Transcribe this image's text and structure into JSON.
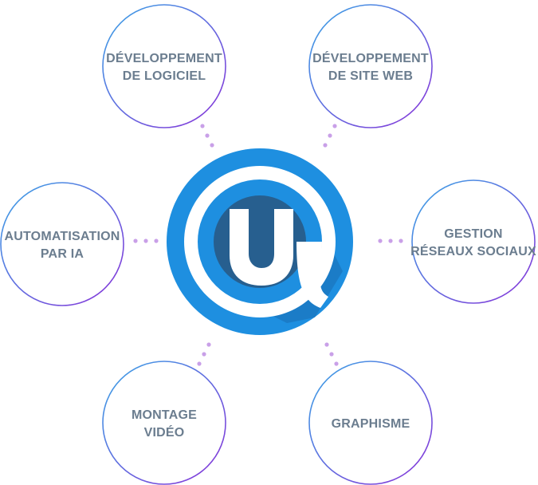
{
  "colors": {
    "ring_start": "#3aa6e6",
    "ring_end": "#8a32d9",
    "dot": "#c9a0e8",
    "label": "#6b7d8f",
    "logo_outer": "#1e8fe0",
    "logo_inner": "#275f8f",
    "logo_shadow": "#1a6db3"
  },
  "logo": {
    "icon": "at-u-logo-icon",
    "letter": "u"
  },
  "nodes": [
    {
      "id": "dev-logiciel",
      "lines": [
        "DÉVELOPPEMENT",
        "DE LOGICIEL"
      ]
    },
    {
      "id": "dev-site-web",
      "lines": [
        "DÉVELOPPEMENT",
        "DE SITE WEB"
      ]
    },
    {
      "id": "automatisation",
      "lines": [
        "AUTOMATISATION",
        "PAR IA"
      ]
    },
    {
      "id": "gestion-reseaux",
      "lines": [
        "GESTION",
        "RÉSEAUX SOCIAUX"
      ]
    },
    {
      "id": "montage-video",
      "lines": [
        "MONTAGE",
        "VIDÉO"
      ]
    },
    {
      "id": "graphisme",
      "lines": [
        "GRAPHISME"
      ]
    }
  ]
}
